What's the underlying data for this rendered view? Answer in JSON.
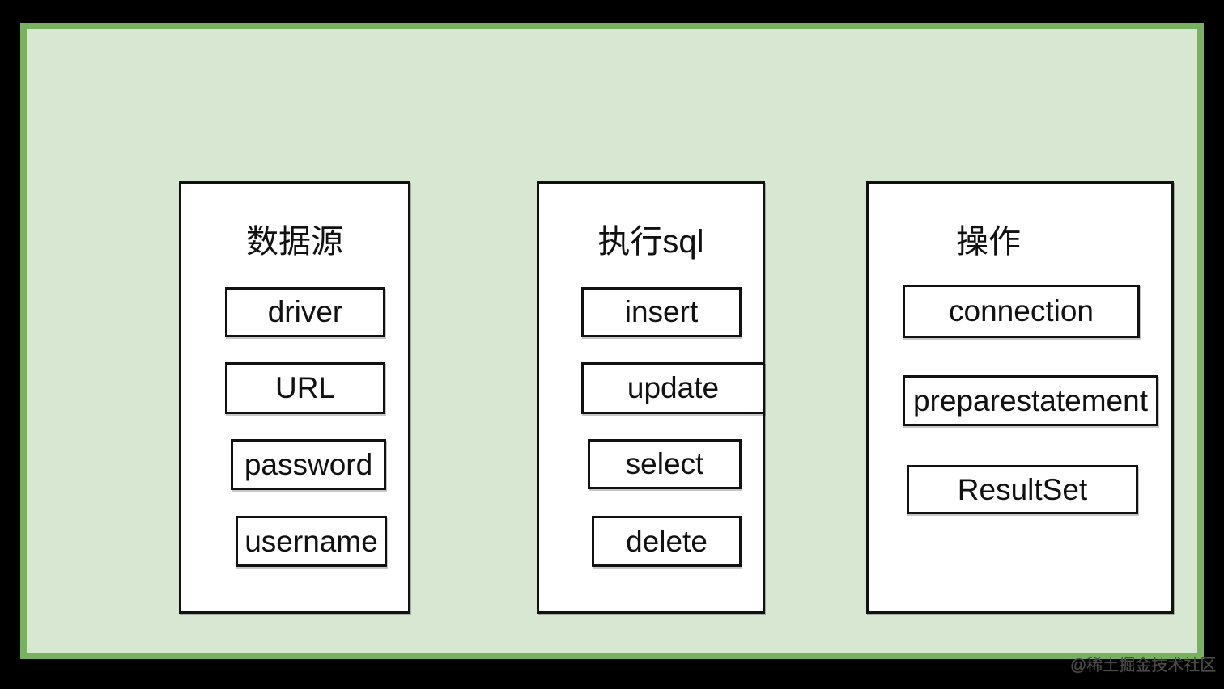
{
  "canvas": {
    "background_color": "#000000",
    "frame_border_color": "#78b25e",
    "frame_fill_color": "#d7e7d1",
    "panel_fill_color": "#ffffff",
    "line_color": "#111111"
  },
  "panels": [
    {
      "title": "数据源",
      "items": [
        "driver",
        "URL",
        "password",
        "username"
      ]
    },
    {
      "title": "执行sql",
      "items": [
        "insert",
        "update",
        "select",
        "delete"
      ]
    },
    {
      "title": "操作",
      "items": [
        "connection",
        "preparestatement",
        "ResultSet"
      ]
    }
  ],
  "watermark": "@稀土掘金技术社区"
}
